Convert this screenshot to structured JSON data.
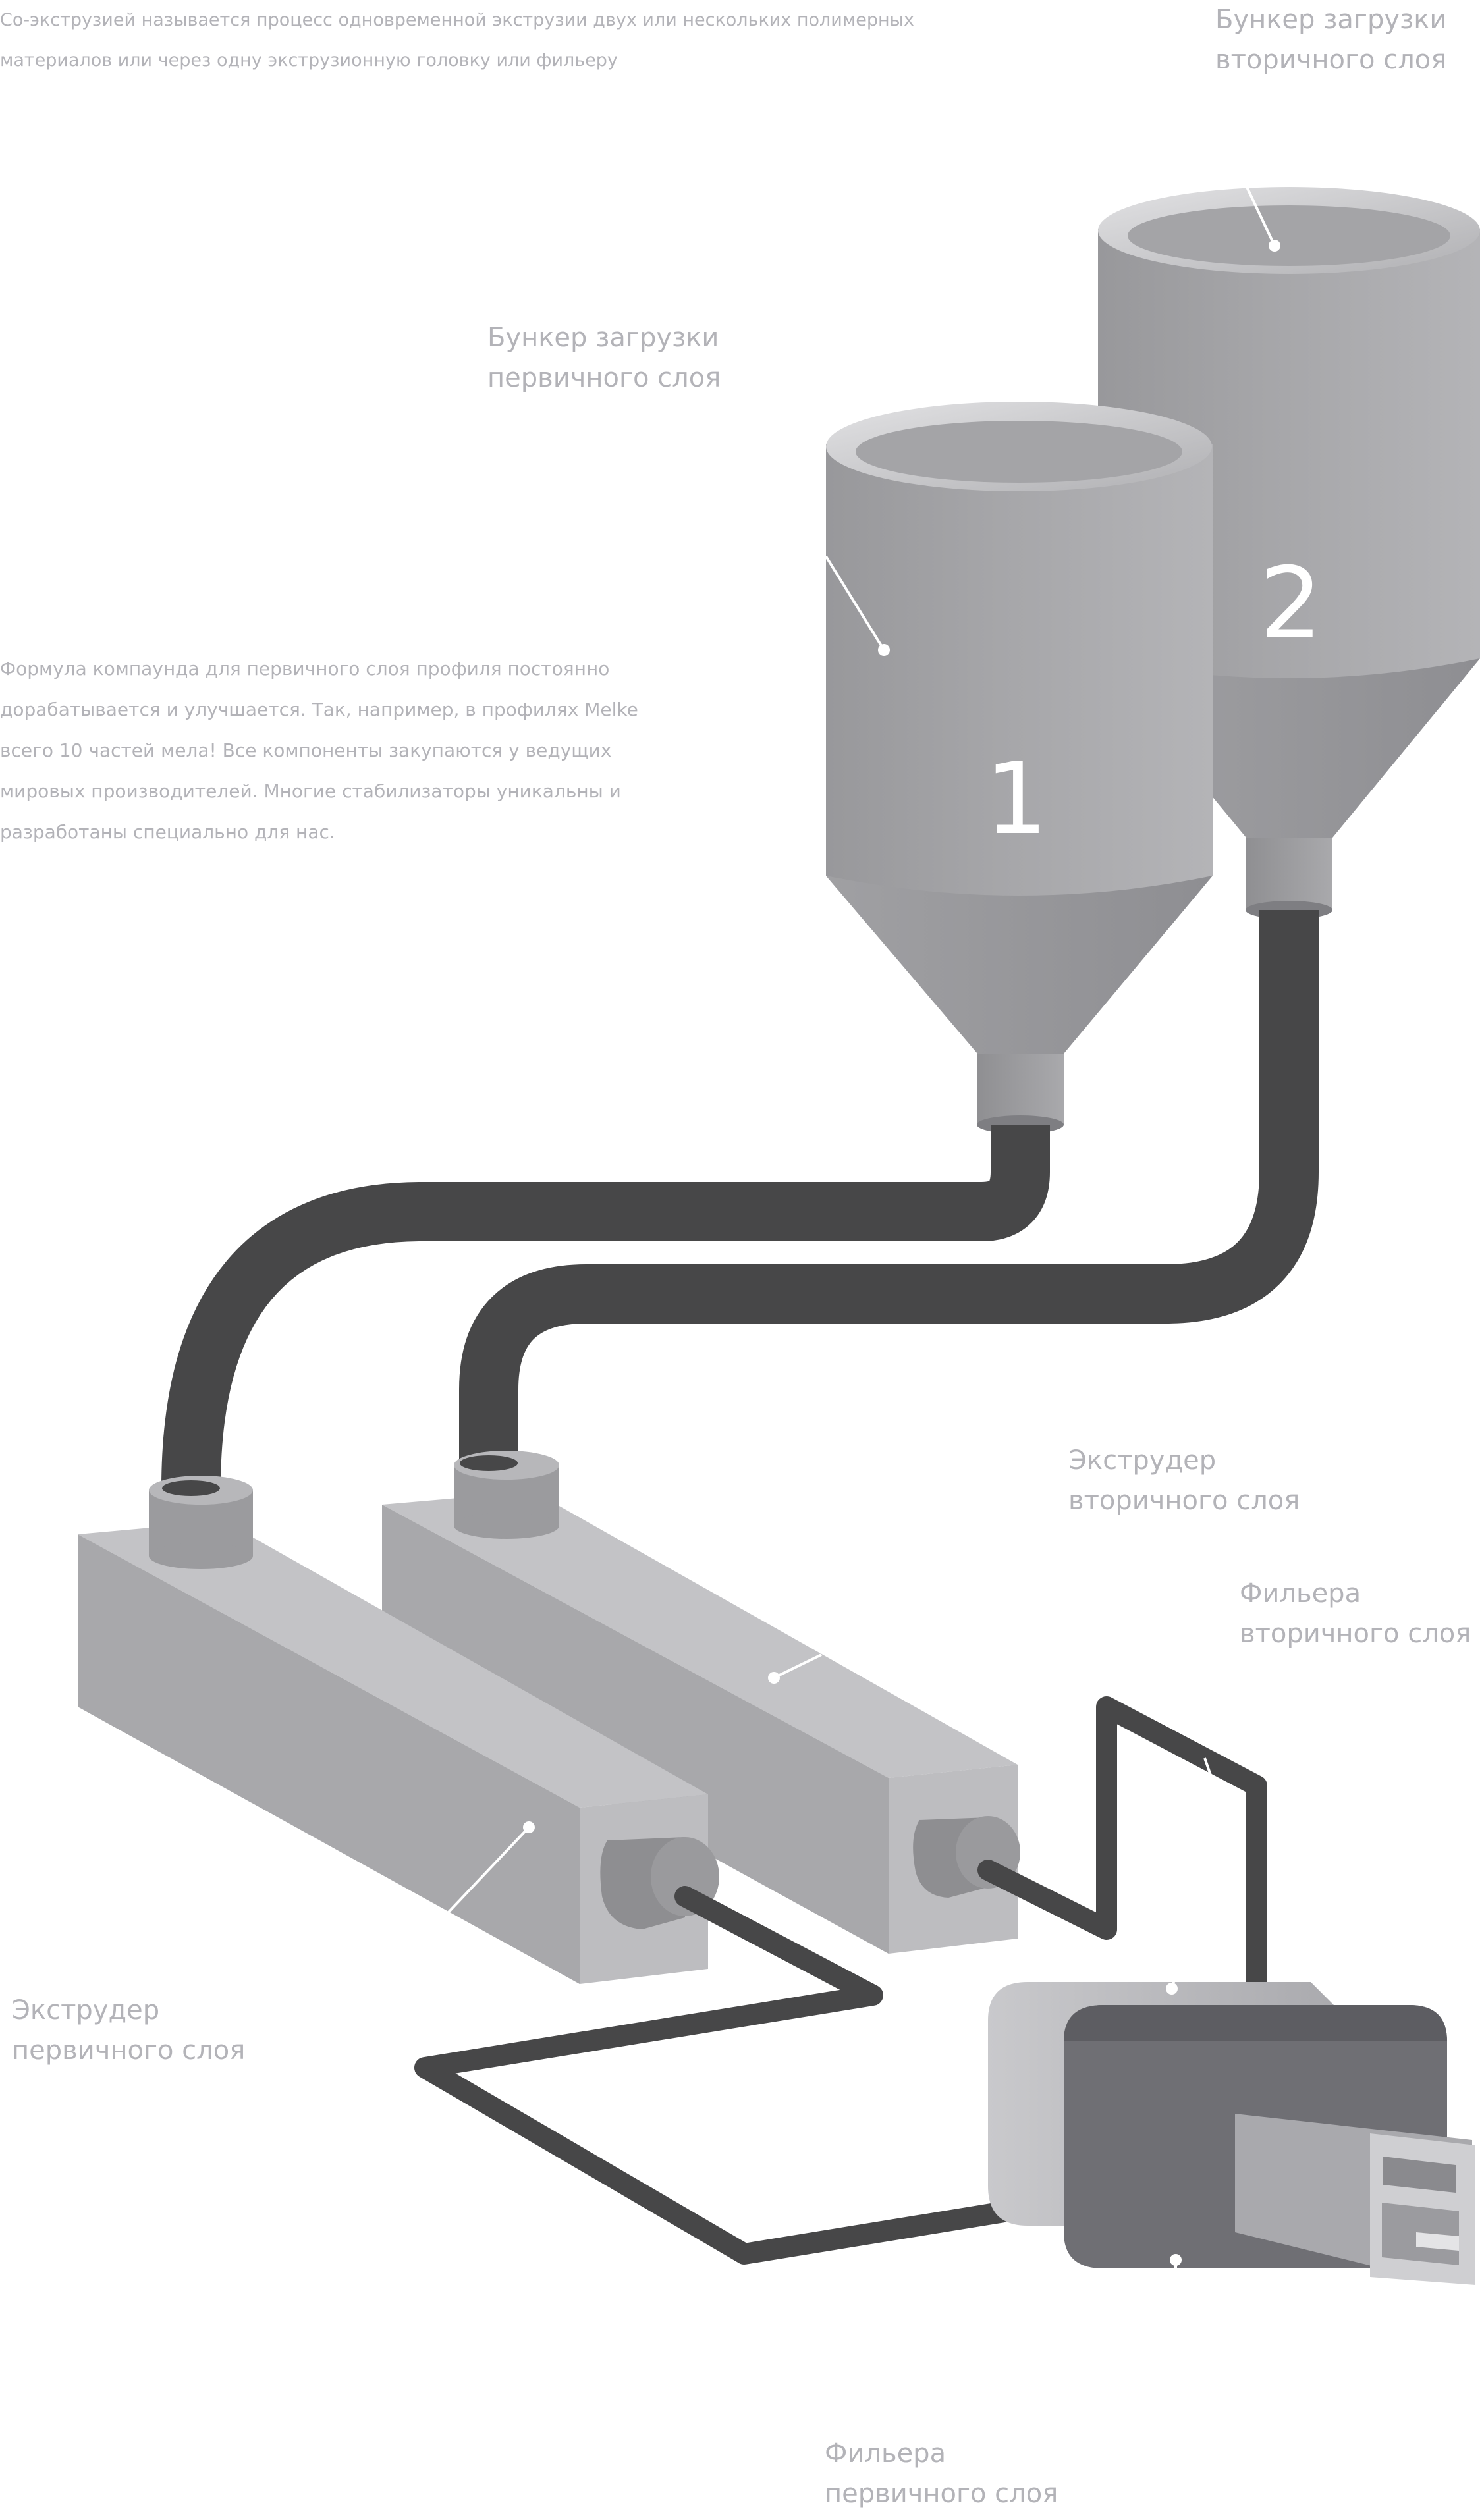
{
  "intro_text": "Со-экструзией называется процесс одновременной экструзии двух или нескольких полимерных материалов или через одну экструзионную головку или фильеру",
  "formula_text": "Формула компаунда для первичного слоя профиля постоянно дорабатывается и улучшается. Так, например, в профилях Melke всего 10 частей мела! Все компоненты закупаются у ведущих мировых производителей. Многие стабилизаторы уникальны и разработаны специально для нас.",
  "labels": {
    "hopper_secondary": [
      "Бункер загрузки",
      "вторичного слоя"
    ],
    "hopper_primary": [
      "Бункер загрузки",
      "первичного слоя"
    ],
    "extruder_secondary": [
      "Экструдер",
      "вторичного слоя"
    ],
    "die_secondary": [
      "Фильера",
      "вторичного слоя"
    ],
    "extruder_primary": [
      "Экструдер",
      "первичного слоя"
    ],
    "die_primary": [
      "Фильера",
      "первичного слоя"
    ]
  },
  "hopper_numbers": {
    "primary": "1",
    "secondary": "2"
  },
  "colors": {
    "text": "#b3b3b8",
    "metal": "#a3a3a6",
    "metal_light": "#bdbdbf",
    "tube": "#474748",
    "die_dark": "#6e6e73"
  }
}
